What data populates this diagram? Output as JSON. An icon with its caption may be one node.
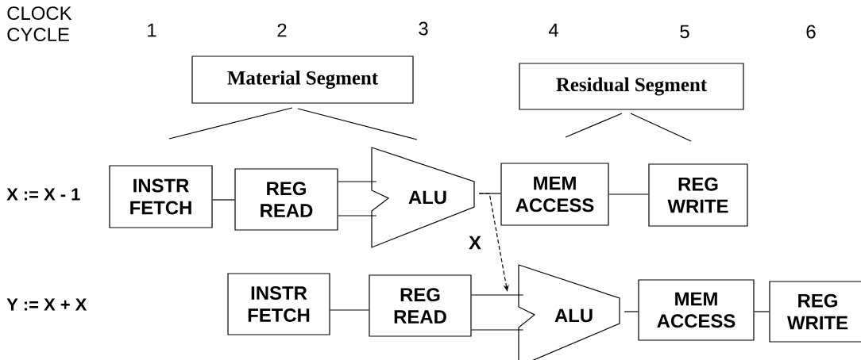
{
  "diagram": {
    "nodes": [
      {
        "text": [
          "Material Segment"
        ]
      },
      {
        "text": [
          "Residual Segment"
        ]
      },
      {
        "text": [
          "INSTR FETCH"
        ]
      },
      {
        "text": [
          "REG READ"
        ]
      },
      {
        "text": [
          "ALU"
        ]
      },
      {
        "text": [
          "MEM ACCESS"
        ]
      },
      {
        "text": [
          "REG WRITE"
        ]
      },
      {
        "text": [
          "INSTR FETCH"
        ]
      },
      {
        "text": [
          "REG READ"
        ]
      },
      {
        "text": [
          "ALU"
        ]
      },
      {
        "text": [
          "MEM ACCESS"
        ]
      },
      {
        "text": [
          "REG WRITE"
        ]
      }
    ],
    "edges": [
      {
        "from": 2,
        "to": 3,
        "arrow": "none"
      },
      {
        "from": 3,
        "to": 4,
        "arrow": "none"
      },
      {
        "from": 3,
        "to": 4,
        "arrow": "none"
      },
      {
        "from": 4,
        "to": 5,
        "arrow": "none"
      },
      {
        "from": 5,
        "to": 6,
        "arrow": "none"
      },
      {
        "from": 7,
        "to": 8,
        "arrow": "none"
      },
      {
        "from": 8,
        "to": 9,
        "arrow": "none"
      },
      {
        "from": 8,
        "to": 9,
        "arrow": "none"
      },
      {
        "from": 9,
        "to": 10,
        "arrow": "none"
      },
      {
        "from": 10,
        "to": 11,
        "arrow": "none"
      },
      {
        "from": 4,
        "to": 9,
        "arrow": "to",
        "style": "dashed",
        "label": "X"
      }
    ],
    "labels": [
      "CLOCK CYCLE",
      "1",
      "2",
      "3",
      "4",
      "5",
      "6",
      "X := X - 1",
      "Y := X + X"
    ]
  }
}
